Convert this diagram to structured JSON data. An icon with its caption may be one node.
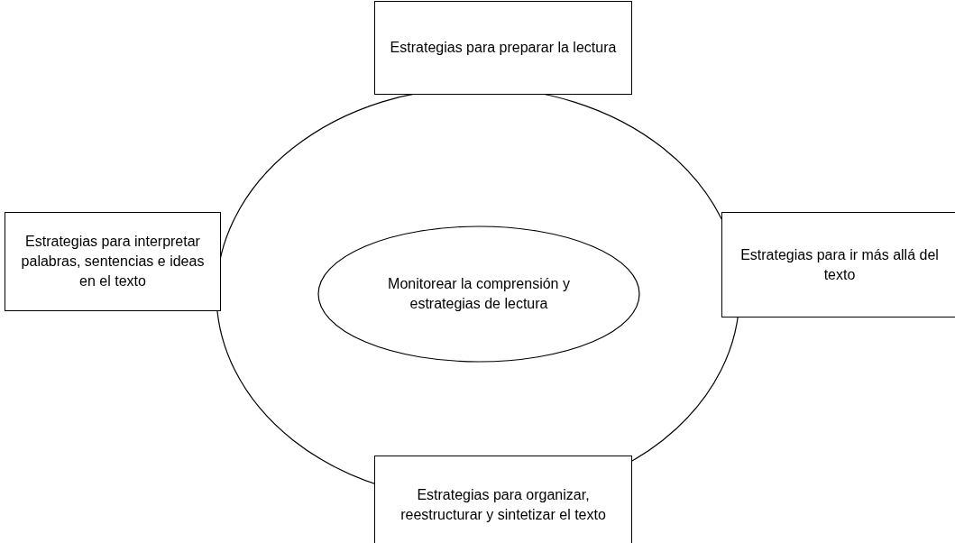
{
  "diagram": {
    "nodes": [
      {
        "text": [
          "Estrategias para preparar la lectura"
        ]
      },
      {
        "text": [
          "Estrategias para interpretar palabras, sentencias e ideas en el texto"
        ]
      },
      {
        "text": [
          "Monitorear la comprensión y estrategias de lectura"
        ]
      },
      {
        "text": [
          "Estrategias para ir más allá del texto"
        ]
      },
      {
        "text": [
          "Estrategias para organizar, reestructurar y sintetizar el texto"
        ]
      }
    ]
  }
}
